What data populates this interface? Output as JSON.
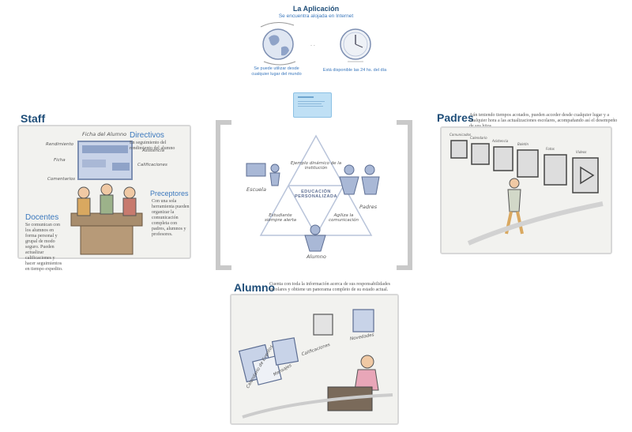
{
  "app": {
    "title": "La Aplicación",
    "subtitle": "Se encuentra alojada en Internet",
    "globe_caption": "Se puede utilizar desde cualquier lugar del mundo",
    "clock_caption": "Está disponible las 24 hs. del día"
  },
  "staff": {
    "title": "Staff",
    "ficha_label": "Ficha del Alumno",
    "items": [
      "Rendimiento",
      "Ficha",
      "Comentarios",
      "Asistencia",
      "Calificaciones"
    ],
    "directivos": {
      "title": "Directivos",
      "text": "En seguimiento del rendimiento del alumno"
    },
    "preceptores": {
      "title": "Preceptores",
      "text": "Con una sola herramienta pueden organizar la comunicación completa con padres, alumnos y profesores."
    },
    "docentes": {
      "title": "Docentes",
      "text": "Se comunican con los alumnos en forma personal y grupal de modo seguro. Pueden actualizar calificaciones y hacer seguimientos en tiempo expedito."
    }
  },
  "center": {
    "top": "Ejemplo dinámico de la institución",
    "middle": "EDUCACIÓN PERSONALIZADA",
    "left": "Escuela",
    "right": "Padres",
    "bottom": "Alumno",
    "bottom_left": "Estudiante siempre alerta",
    "bottom_right": "Agiliza la comunicación"
  },
  "padres": {
    "title": "Padres",
    "text": "Aún teniendo tiempos acotados, pueden acceder desde cualquier lugar y a cualquier hora a las actualizaciones escolares, acompañando así el desempeño de sus hijos.",
    "frames": [
      "Comunicados",
      "Calendario",
      "Asistencia",
      "Boletín",
      "Fotos",
      "Videos"
    ]
  },
  "alumno": {
    "title": "Alumno",
    "text": "Cuenta con toda la información acerca de sus responsabilidades escolares y obtiene un panorama completo de su estado actual.",
    "labels": [
      "Calendario de Eventos",
      "Mensajes",
      "Calificaciones",
      "Novedades"
    ]
  },
  "colors": {
    "accent": "#3b78bd",
    "title": "#1f4e79",
    "screen": "#bfe0f5",
    "figure": "#a9b8d6"
  }
}
